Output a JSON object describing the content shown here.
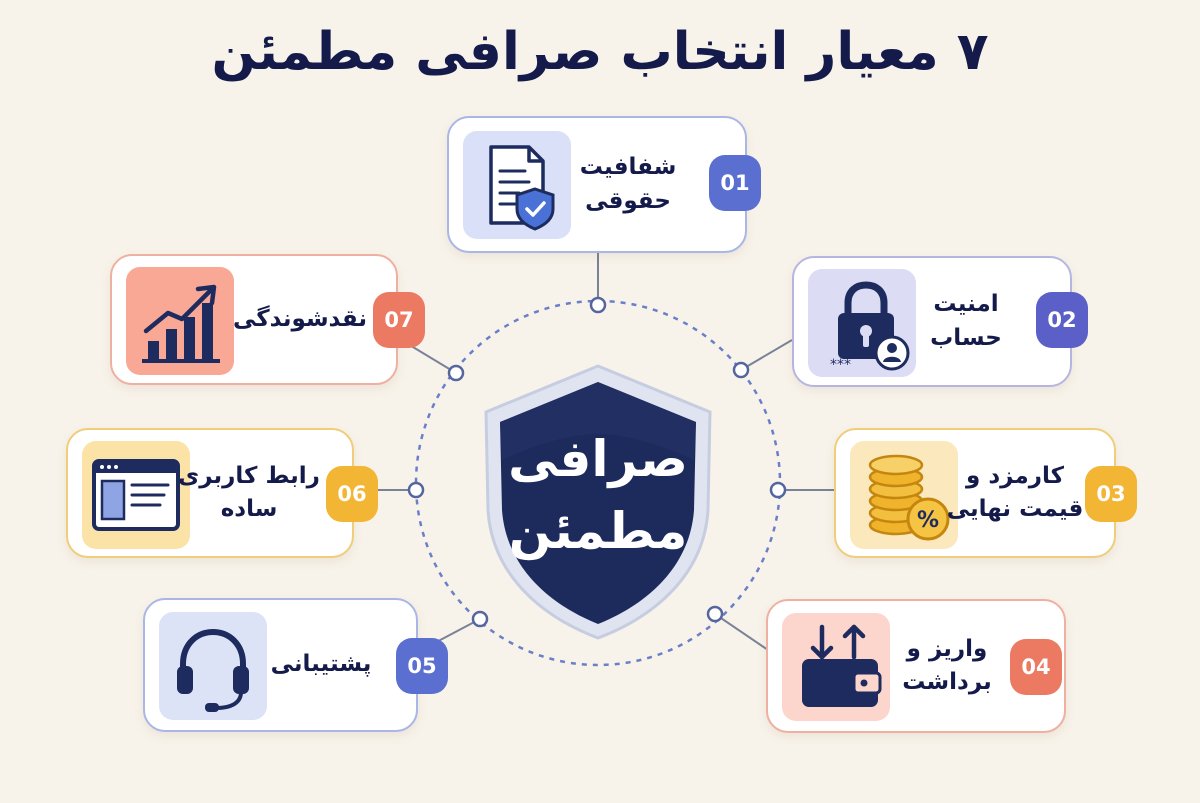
{
  "title": "۷ معیار انتخاب صرافی مطمئن",
  "center": {
    "line1": "صرافی",
    "line2": "مطمئن"
  },
  "criteria": [
    {
      "number": "01",
      "line1": "شفافیت",
      "line2": "حقوقی",
      "icon": "legal-document-shield-icon",
      "color": "#5a6fd0"
    },
    {
      "number": "02",
      "line1": "امنیت",
      "line2": "حساب",
      "icon": "padlock-user-icon",
      "color": "#5a60c8"
    },
    {
      "number": "03",
      "line1": "کارمزد و",
      "line2": "قیمت نهایی",
      "icon": "coins-percent-icon",
      "color": "#f2b534"
    },
    {
      "number": "04",
      "line1": "واریز و",
      "line2": "برداشت",
      "icon": "wallet-transfer-icon",
      "color": "#ec7a63"
    },
    {
      "number": "05",
      "line1": "پشتیبانی",
      "line2": "",
      "icon": "headset-icon",
      "color": "#5a6fd0"
    },
    {
      "number": "06",
      "line1": "رابط کاربری",
      "line2": "ساده",
      "icon": "browser-window-icon",
      "color": "#f2b534"
    },
    {
      "number": "07",
      "line1": "نقدشوندگی",
      "line2": "",
      "icon": "growth-chart-icon",
      "color": "#ec7a63"
    }
  ]
}
